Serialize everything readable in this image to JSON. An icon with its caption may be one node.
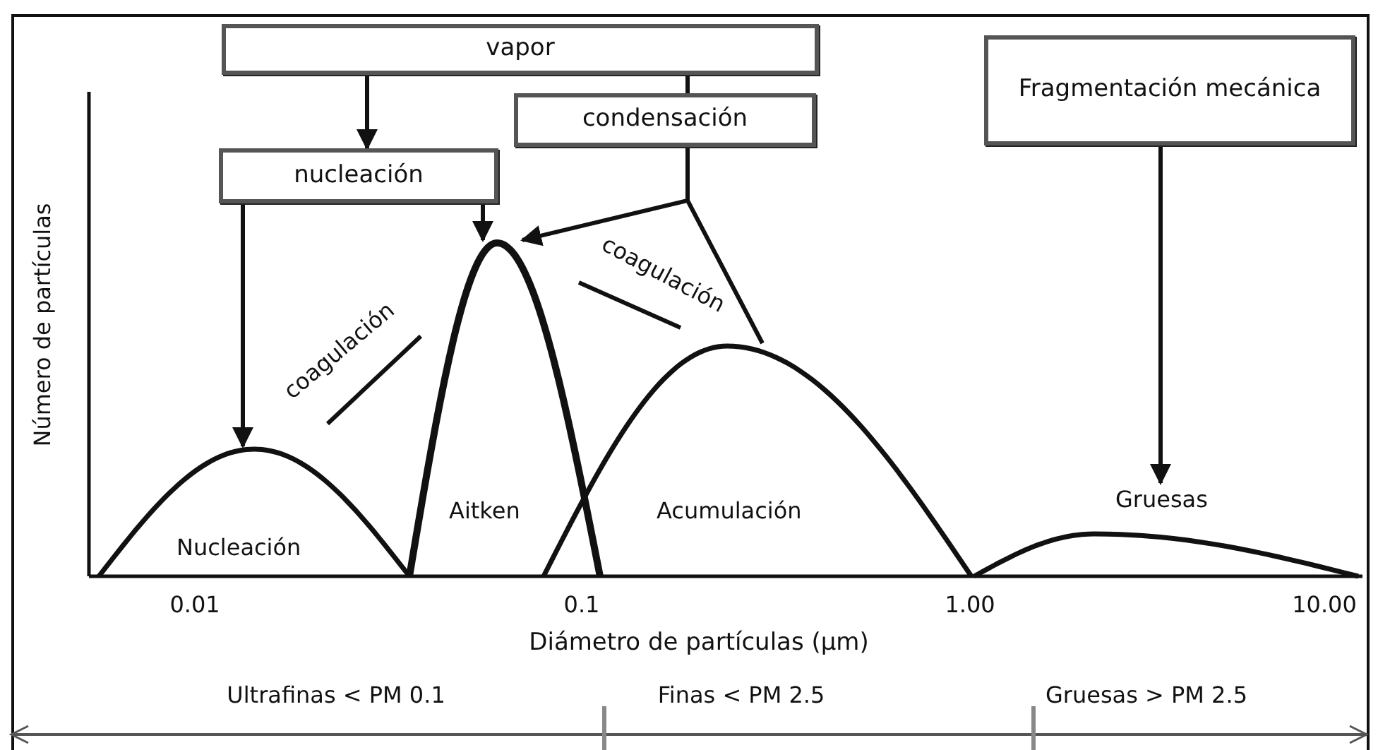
{
  "diagram": {
    "nodes": [
      {
        "text": [
          "vapor"
        ]
      },
      {
        "text": [
          "nucleación"
        ]
      },
      {
        "text": [
          "condensación"
        ]
      },
      {
        "text": [
          "Fragmentación mecánica"
        ]
      },
      {
        "text": [
          "Nucleación"
        ]
      },
      {
        "text": [
          "Aitken"
        ]
      },
      {
        "text": [
          "Acumulación"
        ]
      },
      {
        "text": [
          "Gruesas"
        ]
      }
    ],
    "edges": [
      {
        "from": 0,
        "to": 1,
        "arrow": "to"
      },
      {
        "from": 0,
        "to": 2,
        "arrow": "none"
      },
      {
        "from": 1,
        "to": 4,
        "arrow": "to"
      },
      {
        "from": 1,
        "to": 5,
        "arrow": "to"
      },
      {
        "from": 2,
        "to": 5,
        "arrow": "to"
      },
      {
        "from": 2,
        "to": 6,
        "arrow": "none"
      },
      {
        "from": 3,
        "to": 7,
        "arrow": "to"
      }
    ],
    "labels": [
      "Número de partículas",
      "coagulación",
      "coagulación",
      "0.01",
      "0.1",
      "1.00",
      "10.00",
      "Diámetro de partículas (µm)",
      "Ultrafinas < PM 0.1",
      "Finas < PM 2.5",
      "Gruesas > PM 2.5"
    ]
  }
}
